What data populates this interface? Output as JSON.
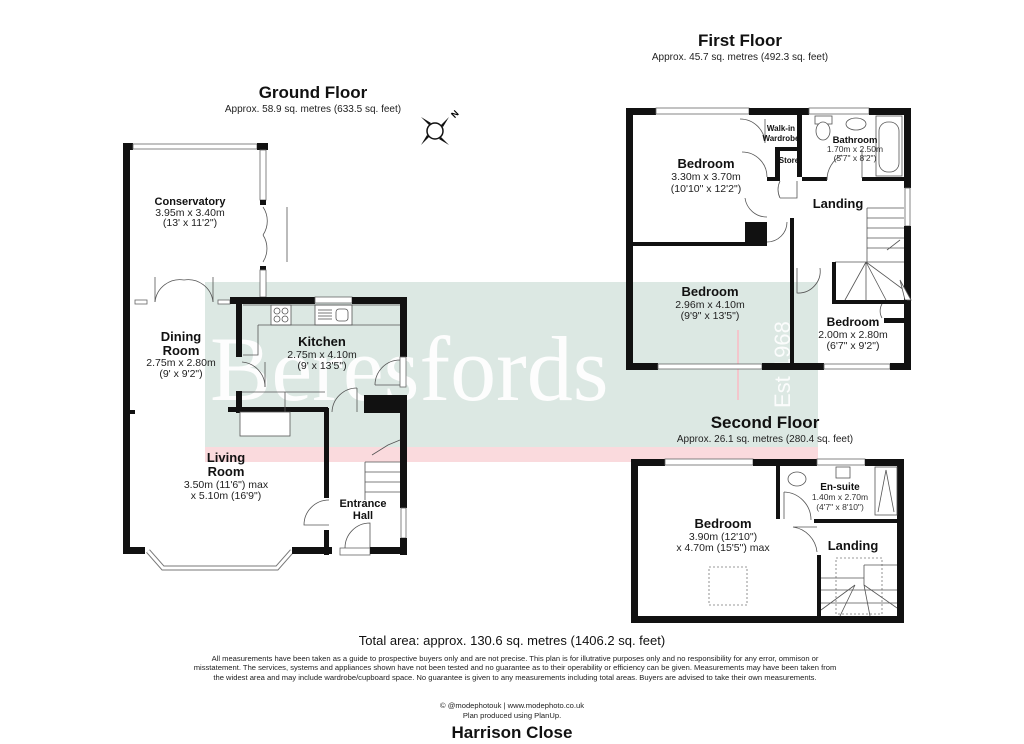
{
  "floors": {
    "ground": {
      "title": "Ground Floor",
      "area": "Approx. 58.9 sq. metres (633.5 sq. feet)",
      "rooms": [
        {
          "name": "Conservatory",
          "dims": [
            "3.95m x 3.40m",
            "(13' x 11'2\")"
          ]
        },
        {
          "name_lines": [
            "Dining",
            "Room"
          ],
          "dims": [
            "2.75m x 2.80m",
            "(9' x 9'2\")"
          ]
        },
        {
          "name": "Kitchen",
          "dims": [
            "2.75m x 4.10m",
            "(9' x 13'5\")"
          ]
        },
        {
          "name_lines": [
            "Living",
            "Room"
          ],
          "dims": [
            "3.50m (11'6\") max",
            "x 5.10m (16'9\")"
          ]
        },
        {
          "name_lines": [
            "Entrance",
            "Hall"
          ],
          "dims": []
        }
      ]
    },
    "first": {
      "title": "First Floor",
      "area": "Approx. 45.7 sq. metres (492.3 sq. feet)",
      "rooms": [
        {
          "name": "Bedroom",
          "dims": [
            "3.30m x 3.70m",
            "(10'10\" x 12'2\")"
          ]
        },
        {
          "name_lines": [
            "Walk-in",
            "Wardrobe"
          ],
          "dims": []
        },
        {
          "name": "Store",
          "dims": []
        },
        {
          "name": "Bathroom",
          "dims": [
            "1.70m x 2.50m",
            "(5'7\" x 8'2\")"
          ]
        },
        {
          "name": "Landing",
          "dims": []
        },
        {
          "name": "Bedroom",
          "dims": [
            "2.96m x 4.10m",
            "(9'9\" x 13'5\")"
          ]
        },
        {
          "name": "Bedroom",
          "dims": [
            "2.00m x 2.80m",
            "(6'7\" x 9'2\")"
          ]
        }
      ]
    },
    "second": {
      "title": "Second Floor",
      "area": "Approx. 26.1 sq. metres (280.4 sq. feet)",
      "rooms": [
        {
          "name": "Bedroom",
          "dims": [
            "3.90m (12'10\")",
            "x 4.70m (15'5\") max"
          ]
        },
        {
          "name": "En-suite",
          "dims": [
            "1.40m x 2.70m",
            "(4'7\" x 8'10\")"
          ]
        },
        {
          "name": "Landing",
          "dims": []
        }
      ]
    }
  },
  "compass": {
    "icon": "compass-icon",
    "label": "N"
  },
  "watermark": {
    "brand": "Beresfords",
    "est": "Est 1968",
    "band_color": "#dce8e3",
    "band_accent_color": "#fadadd",
    "divider_color": "#f3c6cc"
  },
  "footer": {
    "total_area": "Total area: approx. 130.6 sq. metres (1406.2 sq. feet)",
    "disclaimer": "All measurements have been taken as a guide to prospective buyers only and are not precise. This plan is for illutrative purposes only and no responsibility for any error, ommison or misstatement. The services, systems and appliances shown have not been tested and no guarantee as to their operability or efficiency can be given. Measurements may have been taken from the widest area and may include wardrobe/cupboard space. No guarantee is given to any measurements including total areas. Buyers are advised to take their own measurements.",
    "credit_line1": "© @modephotouk | www.modephoto.co.uk",
    "credit_line2": "Plan produced using PlanUp.",
    "address": "Harrison Close"
  }
}
